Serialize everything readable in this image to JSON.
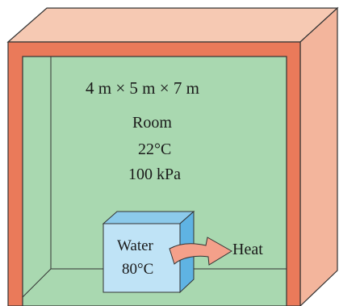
{
  "room": {
    "dimensions": "4 m × 5 m × 7 m",
    "name": "Room",
    "temperature": "22°C",
    "pressure": "100 kPa"
  },
  "water": {
    "name": "Water",
    "temperature": "80°C"
  },
  "heat_label": "Heat",
  "colors": {
    "wall_front": "#ea7a5a",
    "wall_top": "#f6c9b3",
    "wall_side": "#f3b59c",
    "interior": "#a9d8b0",
    "water_front": "#bfe3f6",
    "water_top": "#8ccaeb",
    "water_side": "#5fb3e3",
    "heat_arrow": "#f4a08a"
  }
}
